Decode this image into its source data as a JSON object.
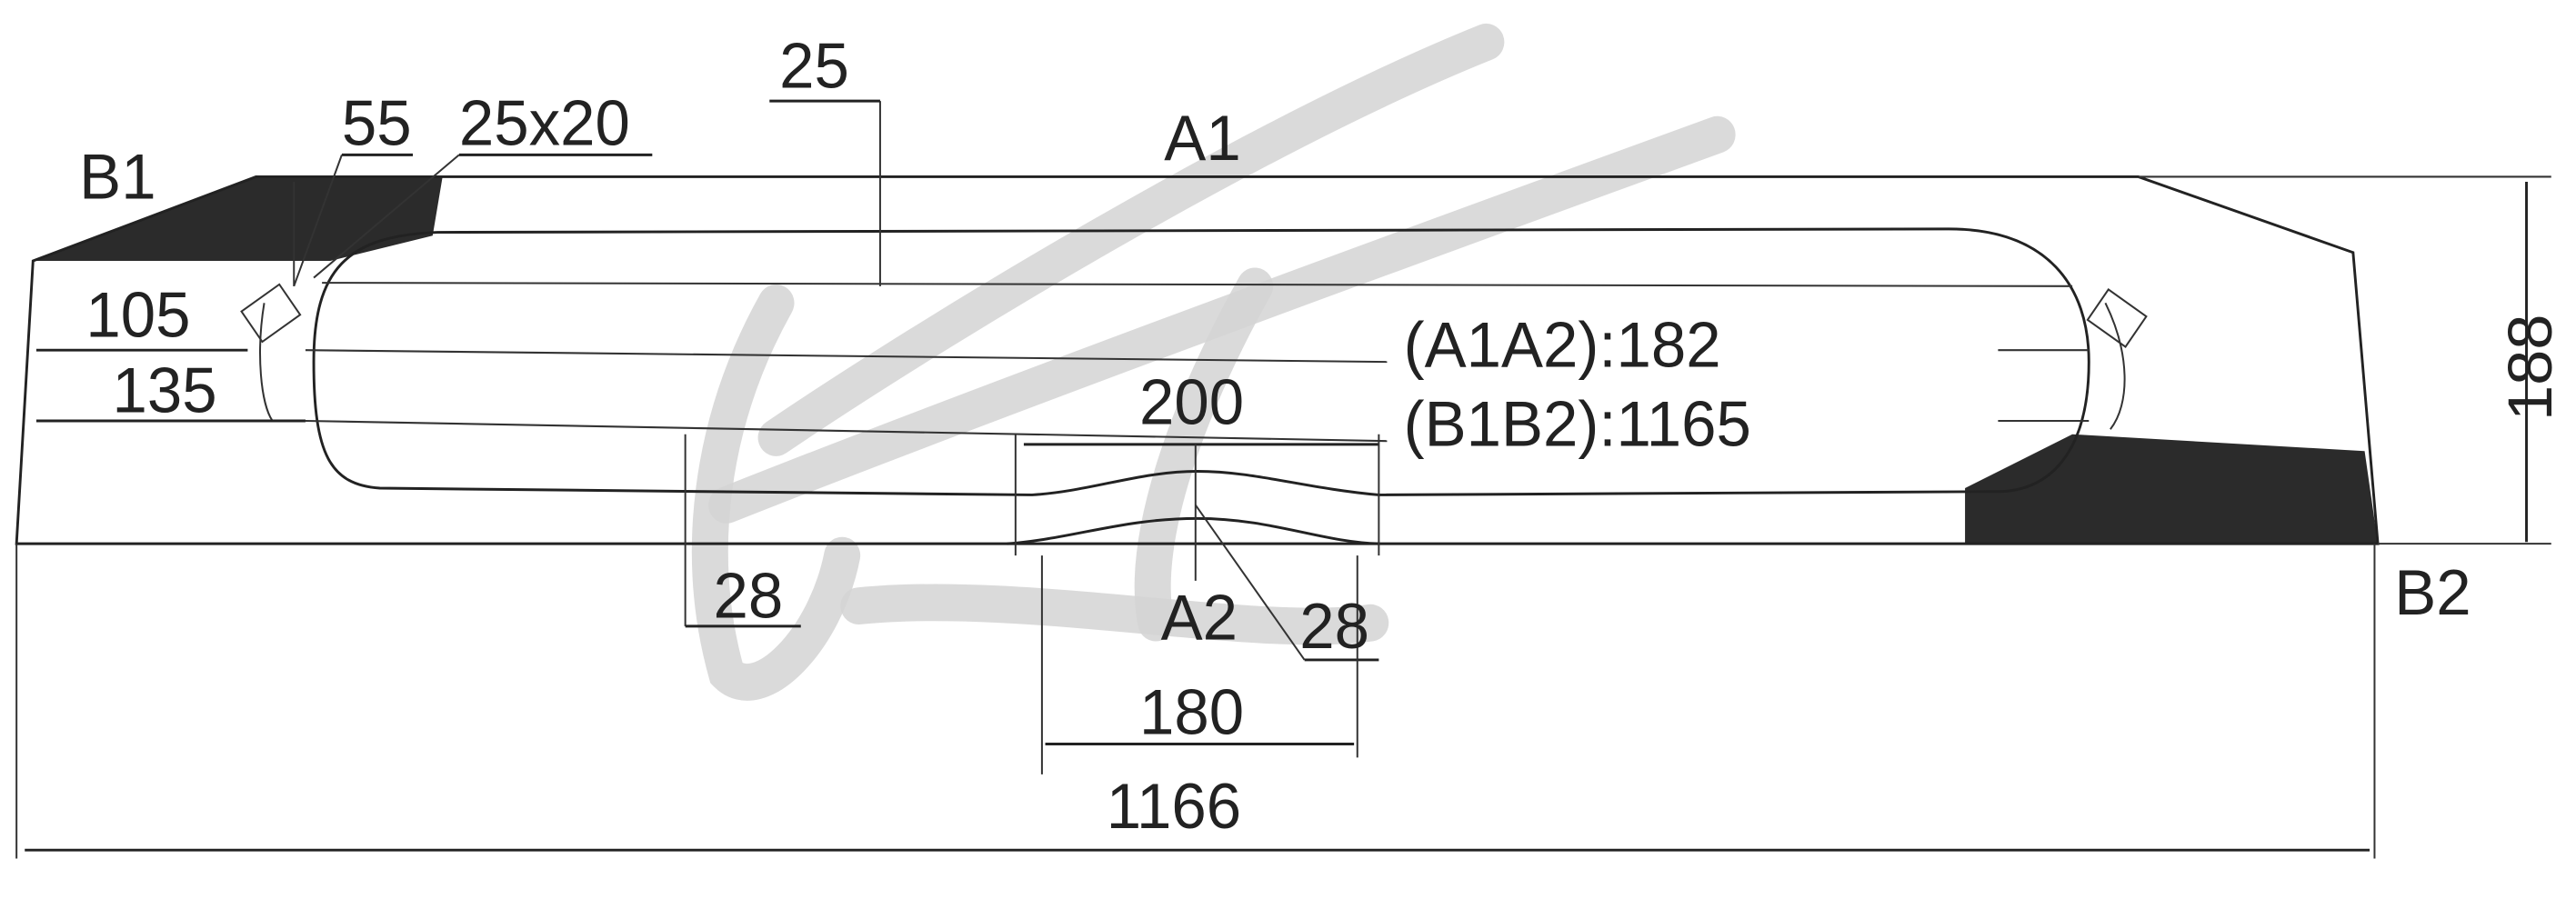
{
  "labels": {
    "b1": "B1",
    "b2": "B2",
    "a1": "A1",
    "a2": "A2",
    "dim_25": "25",
    "dim_55": "55",
    "dim_25x20": "25x20",
    "dim_105": "105",
    "dim_135": "135",
    "dim_200": "200",
    "dim_28_left": "28",
    "dim_28_right": "28",
    "dim_180": "180",
    "dim_1166": "1166",
    "dim_188": "188",
    "a1a2": "(A1A2):182",
    "b1b2": "(B1B2):1165"
  },
  "colors": {
    "line": "#222222",
    "dark_fill": "#2b2b2b",
    "watermark": "#d4d4d4"
  }
}
